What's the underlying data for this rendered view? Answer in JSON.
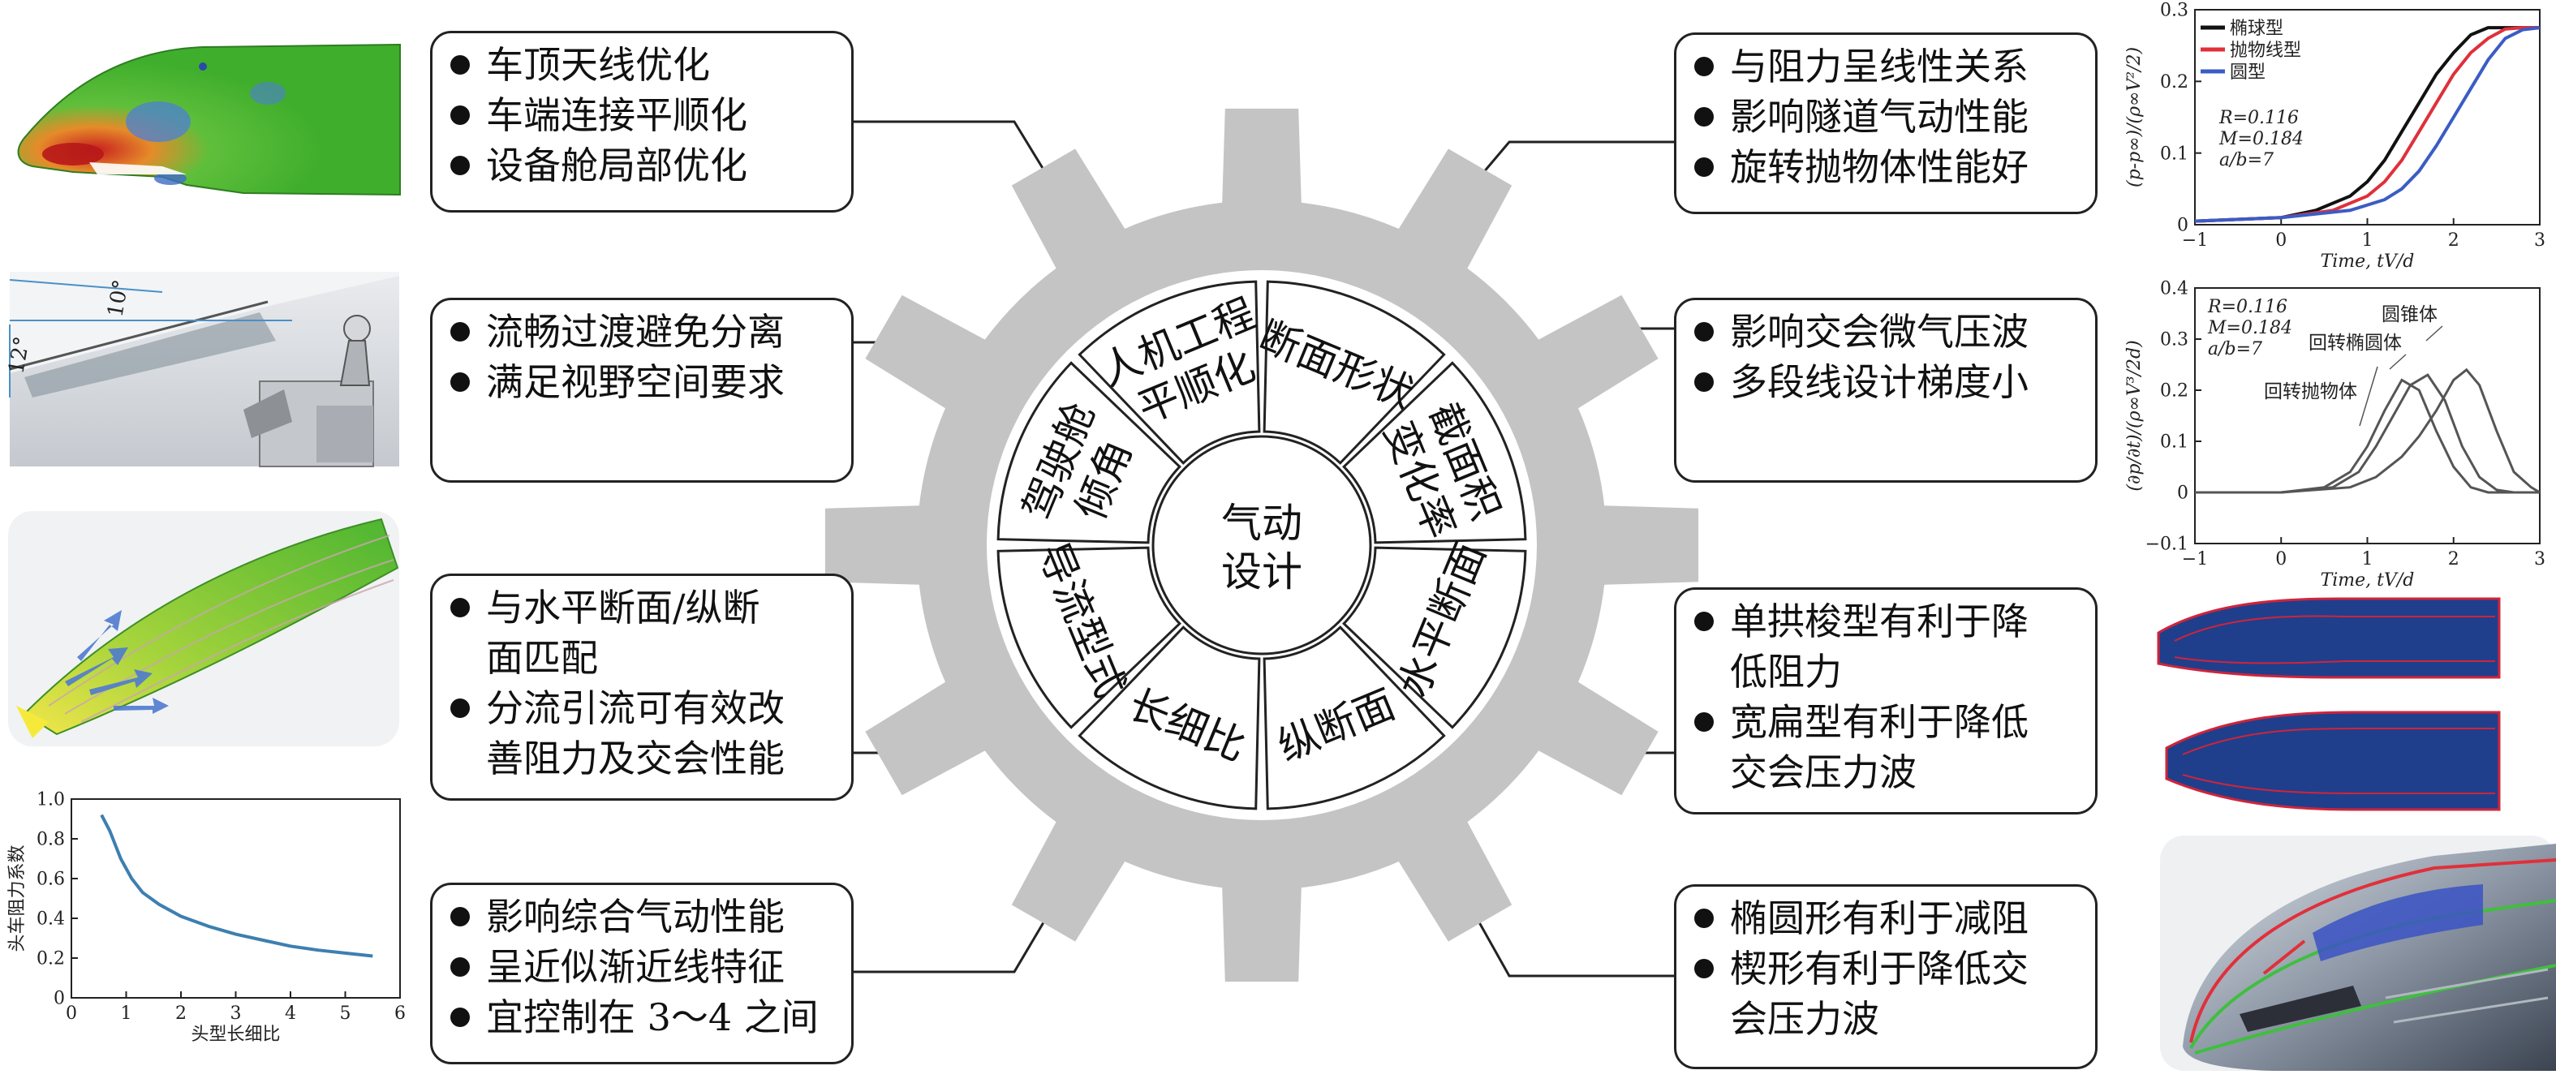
{
  "center": {
    "line1": "气动",
    "line2": "设计"
  },
  "sectors": [
    {
      "line1": "断面形状",
      "line2": ""
    },
    {
      "line1": "截面积",
      "line2": "变化率"
    },
    {
      "line1": "水平断面",
      "line2": ""
    },
    {
      "line1": "纵断面",
      "line2": ""
    },
    {
      "line1": "长细比",
      "line2": ""
    },
    {
      "line1": "导流型式",
      "line2": ""
    },
    {
      "line1": "驾驶舱",
      "line2": "倾角"
    },
    {
      "line1": "人机工程",
      "line2": "平顺化"
    }
  ],
  "left_boxes": [
    {
      "items": [
        [
          "车顶天线优化"
        ],
        [
          "车端连接平顺化"
        ],
        [
          "设备舱局部优化"
        ]
      ]
    },
    {
      "items": [
        [
          "流畅过渡避免分离"
        ],
        [
          "满足视野空间要求"
        ]
      ]
    },
    {
      "items": [
        [
          "与水平断面/纵断",
          "面匹配"
        ],
        [
          "分流引流可有效改",
          "善阻力及交会性能"
        ]
      ]
    },
    {
      "items": [
        [
          "影响综合气动性能"
        ],
        [
          "呈近似渐近线特征"
        ],
        [
          "宜控制在 3～4 之间"
        ]
      ]
    }
  ],
  "right_boxes": [
    {
      "items": [
        [
          "与阻力呈线性关系"
        ],
        [
          "影响隧道气动性能"
        ],
        [
          "旋转抛物体性能好"
        ]
      ]
    },
    {
      "items": [
        [
          "影响交会微气压波"
        ],
        [
          "多段线设计梯度小"
        ]
      ]
    },
    {
      "items": [
        [
          "单拱梭型有利于降",
          "低阻力"
        ],
        [
          "宽扁型有利于降低",
          "交会压力波"
        ]
      ]
    },
    {
      "items": [
        [
          "椭圆形有利于减阻"
        ],
        [
          "楔形有利于降低交",
          "会压力波"
        ]
      ]
    }
  ],
  "cockpit_angles": {
    "a1": "10°",
    "a2": "12°"
  },
  "colors": {
    "gear": "#c4c4c4",
    "black": "#111111",
    "red": "#e0303a",
    "blue": "#3b5cc4",
    "train_green": "#55c23a",
    "train_blue": "#1f3f8c"
  },
  "chart_data": [
    {
      "type": "line",
      "title": "",
      "xlabel": "Time, tV/d",
      "ylabel": "(p-p∞)/(ρ∞V²/2)",
      "xlim": [
        -1,
        3
      ],
      "ylim": [
        0,
        0.3
      ],
      "xticks": [
        "−1",
        "0",
        "1",
        "2",
        "3"
      ],
      "yticks": [
        "0",
        "0.1",
        "0.2",
        "0.3"
      ],
      "legend": "top-left",
      "params": [
        "R=0.116",
        "M=0.184",
        "a/b=7"
      ],
      "series": [
        {
          "name": "椭球型",
          "color": "#111111",
          "x": [
            -1,
            0,
            0.4,
            0.8,
            1.0,
            1.2,
            1.4,
            1.6,
            1.8,
            2.0,
            2.2,
            2.4,
            2.6,
            3.0
          ],
          "y": [
            0.005,
            0.01,
            0.02,
            0.04,
            0.06,
            0.09,
            0.13,
            0.17,
            0.21,
            0.24,
            0.265,
            0.275,
            0.275,
            0.275
          ]
        },
        {
          "name": "抛物线型",
          "color": "#e0303a",
          "x": [
            -1,
            0,
            0.6,
            1.0,
            1.2,
            1.4,
            1.6,
            1.8,
            2.0,
            2.2,
            2.4,
            2.6,
            2.8,
            3.0
          ],
          "y": [
            0.005,
            0.01,
            0.02,
            0.04,
            0.06,
            0.09,
            0.13,
            0.17,
            0.21,
            0.24,
            0.26,
            0.273,
            0.275,
            0.275
          ]
        },
        {
          "name": "圆型",
          "color": "#3b5cc4",
          "x": [
            -1,
            0,
            0.8,
            1.2,
            1.4,
            1.6,
            1.8,
            2.0,
            2.2,
            2.4,
            2.6,
            2.8,
            3.0
          ],
          "y": [
            0.005,
            0.01,
            0.02,
            0.035,
            0.05,
            0.075,
            0.11,
            0.15,
            0.19,
            0.23,
            0.26,
            0.272,
            0.275
          ]
        }
      ]
    },
    {
      "type": "line",
      "title": "",
      "xlabel": "Time, tV/d",
      "ylabel": "(∂p/∂t)/(ρ∞V³/2d)",
      "xlim": [
        -1,
        3
      ],
      "ylim": [
        -0.1,
        0.4
      ],
      "xticks": [
        "−1",
        "0",
        "1",
        "2",
        "3"
      ],
      "yticks": [
        "−0.1",
        "0",
        "0.1",
        "0.2",
        "0.3",
        "0.4"
      ],
      "params": [
        "R=0.116",
        "M=0.184",
        "a/b=7"
      ],
      "series": [
        {
          "name": "回转抛物体",
          "color": "#555555",
          "x": [
            -1,
            0,
            0.5,
            0.8,
            1.0,
            1.2,
            1.4,
            1.6,
            1.8,
            2.0,
            2.2,
            2.4,
            2.6,
            3.0
          ],
          "y": [
            0,
            0,
            0.01,
            0.04,
            0.09,
            0.16,
            0.22,
            0.2,
            0.12,
            0.05,
            0.01,
            0,
            0,
            0
          ]
        },
        {
          "name": "回转椭圆体",
          "color": "#555555",
          "x": [
            -1,
            0,
            0.6,
            0.9,
            1.1,
            1.3,
            1.5,
            1.7,
            1.9,
            2.1,
            2.3,
            2.5,
            2.7,
            3.0
          ],
          "y": [
            0,
            0,
            0.01,
            0.04,
            0.09,
            0.15,
            0.21,
            0.23,
            0.18,
            0.09,
            0.03,
            0.005,
            0,
            0
          ]
        },
        {
          "name": "圆锥体",
          "color": "#555555",
          "x": [
            -1,
            0,
            0.8,
            1.1,
            1.4,
            1.6,
            1.8,
            2.0,
            2.15,
            2.3,
            2.5,
            2.7,
            2.9,
            3.0
          ],
          "y": [
            0,
            0,
            0.01,
            0.03,
            0.07,
            0.11,
            0.16,
            0.22,
            0.24,
            0.21,
            0.12,
            0.04,
            0.01,
            0
          ]
        }
      ]
    },
    {
      "type": "line",
      "title": "",
      "xlabel": "头型长细比",
      "ylabel": "头车阻力系数",
      "xlim": [
        0,
        6
      ],
      "ylim": [
        0,
        1.0
      ],
      "xticks": [
        "0",
        "1",
        "2",
        "3",
        "4",
        "5",
        "6"
      ],
      "yticks": [
        "0",
        "0.2",
        "0.4",
        "0.6",
        "0.8",
        "1.0"
      ],
      "series": [
        {
          "name": "",
          "color": "#3d7fb0",
          "x": [
            0.55,
            0.7,
            0.9,
            1.1,
            1.3,
            1.6,
            2.0,
            2.5,
            3.0,
            3.5,
            4.0,
            4.5,
            5.0,
            5.5
          ],
          "y": [
            0.92,
            0.84,
            0.7,
            0.6,
            0.53,
            0.47,
            0.41,
            0.36,
            0.32,
            0.29,
            0.26,
            0.24,
            0.225,
            0.21
          ]
        }
      ]
    }
  ]
}
